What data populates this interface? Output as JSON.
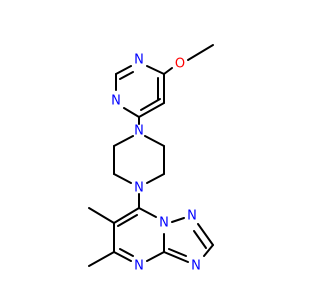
{
  "molecule": {
    "colors": {
      "bond": "#000000",
      "N": "#0000ff",
      "O": "#ff0000"
    },
    "labels": {
      "o1": "O",
      "pyr_n_top": "N",
      "pyr_n_left": "N",
      "pip_n_top": "N",
      "pip_n_bottom": "N",
      "fused_n_bridge": "N",
      "triazole_n_upper": "N",
      "triazole_n_right": "N",
      "pyrimidine_n_bottom": "N"
    }
  }
}
